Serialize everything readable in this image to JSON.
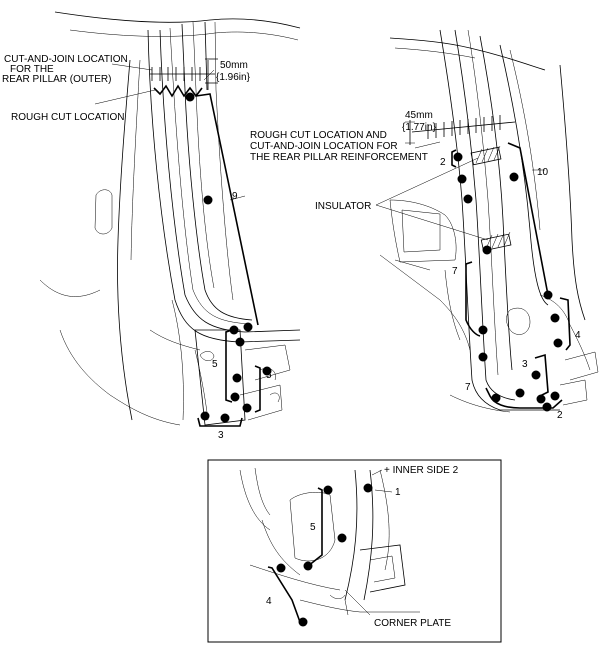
{
  "left_view": {
    "cut_join_line1": "CUT-AND-JOIN LOCATION",
    "cut_join_line2": "FOR THE",
    "cut_join_line3": "REAR PILLAR (OUTER)",
    "rough_cut": "ROUGH CUT LOCATION",
    "dim_mm": "50mm",
    "dim_in": "{1.96in}",
    "callout_9": "9",
    "callout_5a": "5",
    "callout_5b": "5",
    "callout_3": "3"
  },
  "right_view": {
    "dim_mm": "45mm",
    "dim_in": "{1.77in}",
    "rough_cut_line1": "ROUGH CUT LOCATION AND",
    "rough_cut_line2": "CUT-AND-JOIN LOCATION FOR",
    "rough_cut_line3": "THE REAR PILLAR REINFORCEMENT",
    "insulator": "INSULATOR",
    "callout_2a": "2",
    "callout_10": "10",
    "callout_7a": "7",
    "callout_4": "4",
    "callout_3": "3",
    "callout_7b": "7",
    "callout_2b": "2"
  },
  "inset_view": {
    "inner_side": "+ INNER SIDE 2",
    "callout_1": "1",
    "callout_5": "5",
    "callout_4": "4",
    "corner_plate": "CORNER PLATE"
  }
}
